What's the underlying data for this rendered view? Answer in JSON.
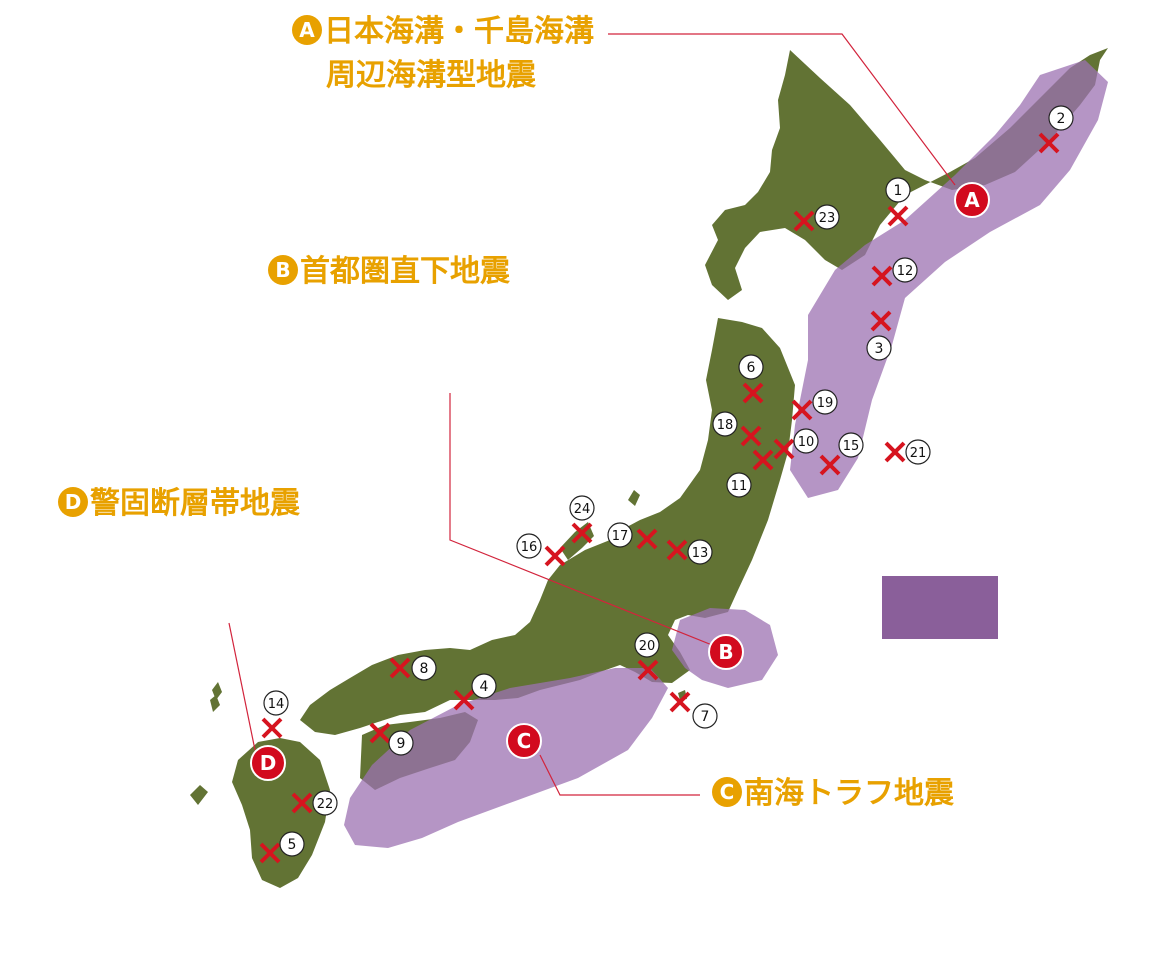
{
  "colors": {
    "land": "#627334",
    "zone": "#9c72b1",
    "zone_opacity": 0.75,
    "label": "#e8a100",
    "marker_red": "#d20a1e",
    "epicenter_x": "#d6141f",
    "leader_line": "#d2243c",
    "legend_swatch": "#8a5f9a"
  },
  "zones": [
    {
      "letter": "A",
      "line1": "日本海溝・千島海溝",
      "line2": "周辺海溝型地震"
    },
    {
      "letter": "B",
      "line1": "首都圏直下地震"
    },
    {
      "letter": "C",
      "line1": "南海トラフ地震"
    },
    {
      "letter": "D",
      "line1": "警固断層帯地震"
    }
  ],
  "markers": [
    "A",
    "B",
    "C",
    "D"
  ],
  "epicenters": [
    {
      "id": 1,
      "label": "1"
    },
    {
      "id": 2,
      "label": "2"
    },
    {
      "id": 3,
      "label": "3"
    },
    {
      "id": 4,
      "label": "4"
    },
    {
      "id": 5,
      "label": "5"
    },
    {
      "id": 6,
      "label": "6"
    },
    {
      "id": 7,
      "label": "7"
    },
    {
      "id": 8,
      "label": "8"
    },
    {
      "id": 9,
      "label": "9"
    },
    {
      "id": 10,
      "label": "10"
    },
    {
      "id": 11,
      "label": "11"
    },
    {
      "id": 12,
      "label": "12"
    },
    {
      "id": 13,
      "label": "13"
    },
    {
      "id": 14,
      "label": "14"
    },
    {
      "id": 15,
      "label": "15"
    },
    {
      "id": 16,
      "label": "16"
    },
    {
      "id": 17,
      "label": "17"
    },
    {
      "id": 18,
      "label": "18"
    },
    {
      "id": 19,
      "label": "19"
    },
    {
      "id": 20,
      "label": "20"
    },
    {
      "id": 21,
      "label": "21"
    },
    {
      "id": 22,
      "label": "22"
    },
    {
      "id": 23,
      "label": "23"
    },
    {
      "id": 24,
      "label": "24"
    }
  ]
}
